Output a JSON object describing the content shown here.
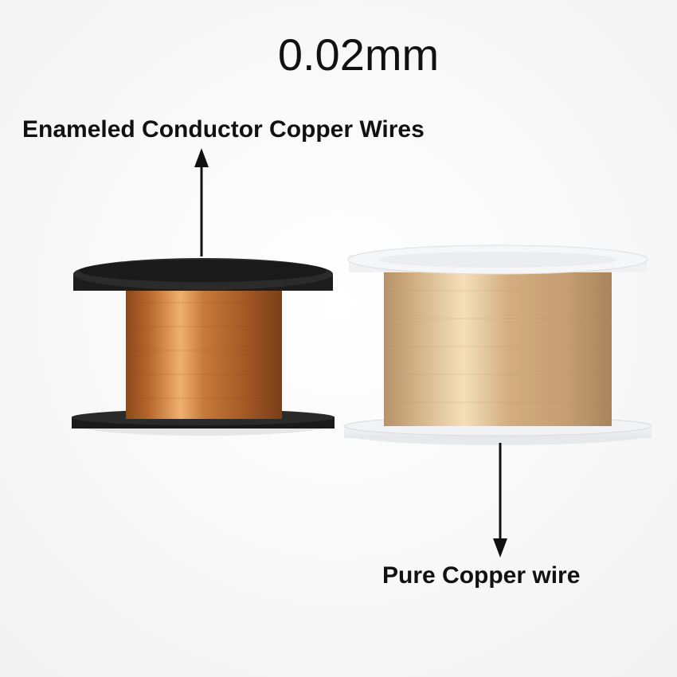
{
  "title": "0.02mm",
  "labels": {
    "enameled": "Enameled Conductor Copper Wires",
    "pure": "Pure Copper wire"
  },
  "colors": {
    "background": "#ffffff",
    "enameled_copper": "#b9652a",
    "pure_copper": "#d9b98e",
    "black_spool": "#1c1c1c",
    "clear_spool": "#eef0f2",
    "text": "#111111"
  }
}
